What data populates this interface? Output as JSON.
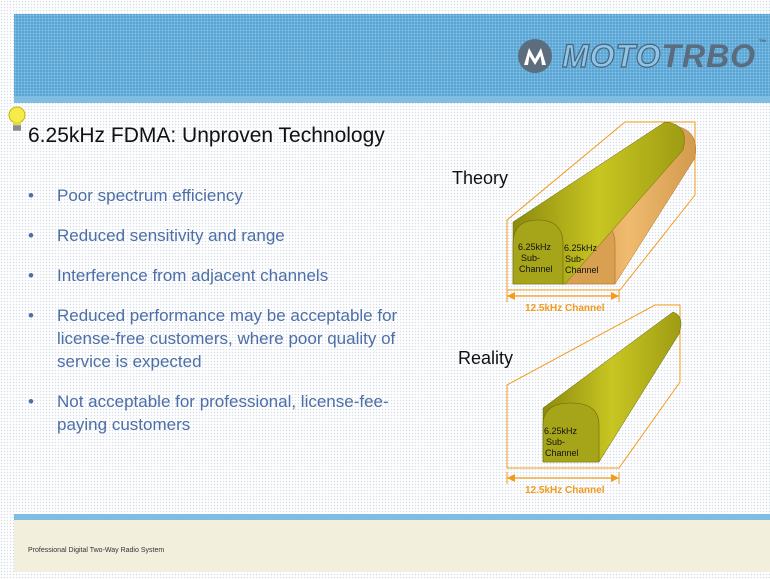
{
  "logo": {
    "moto": "MOTO",
    "trbo": "TRBO",
    "trademark": "™"
  },
  "slide": {
    "title": "6.25kHz FDMA: Unproven Technology",
    "bullets": [
      "Poor spectrum efficiency",
      "Reduced sensitivity and range",
      "Interference from adjacent channels",
      "Reduced performance may be acceptable for license-free customers, where poor quality of service is expected",
      "Not acceptable for professional, license-fee-paying customers"
    ]
  },
  "diagram": {
    "theory": {
      "label": "Theory",
      "left_sub": [
        "6.25kHz",
        "Sub-",
        "Channel"
      ],
      "right_sub": [
        "6.25kHz",
        "Sub-",
        "Channel"
      ],
      "channel": "12.5kHz Channel"
    },
    "reality": {
      "label": "Reality",
      "sub": [
        "6.25kHz",
        "Sub-",
        "Channel"
      ],
      "channel": "12.5kHz Channel"
    },
    "colors": {
      "olive": "#b5b31c",
      "tan": "#e0a75a",
      "outline": "#f29b1c"
    }
  },
  "footer": {
    "text": "Professional Digital Two-Way Radio System"
  }
}
